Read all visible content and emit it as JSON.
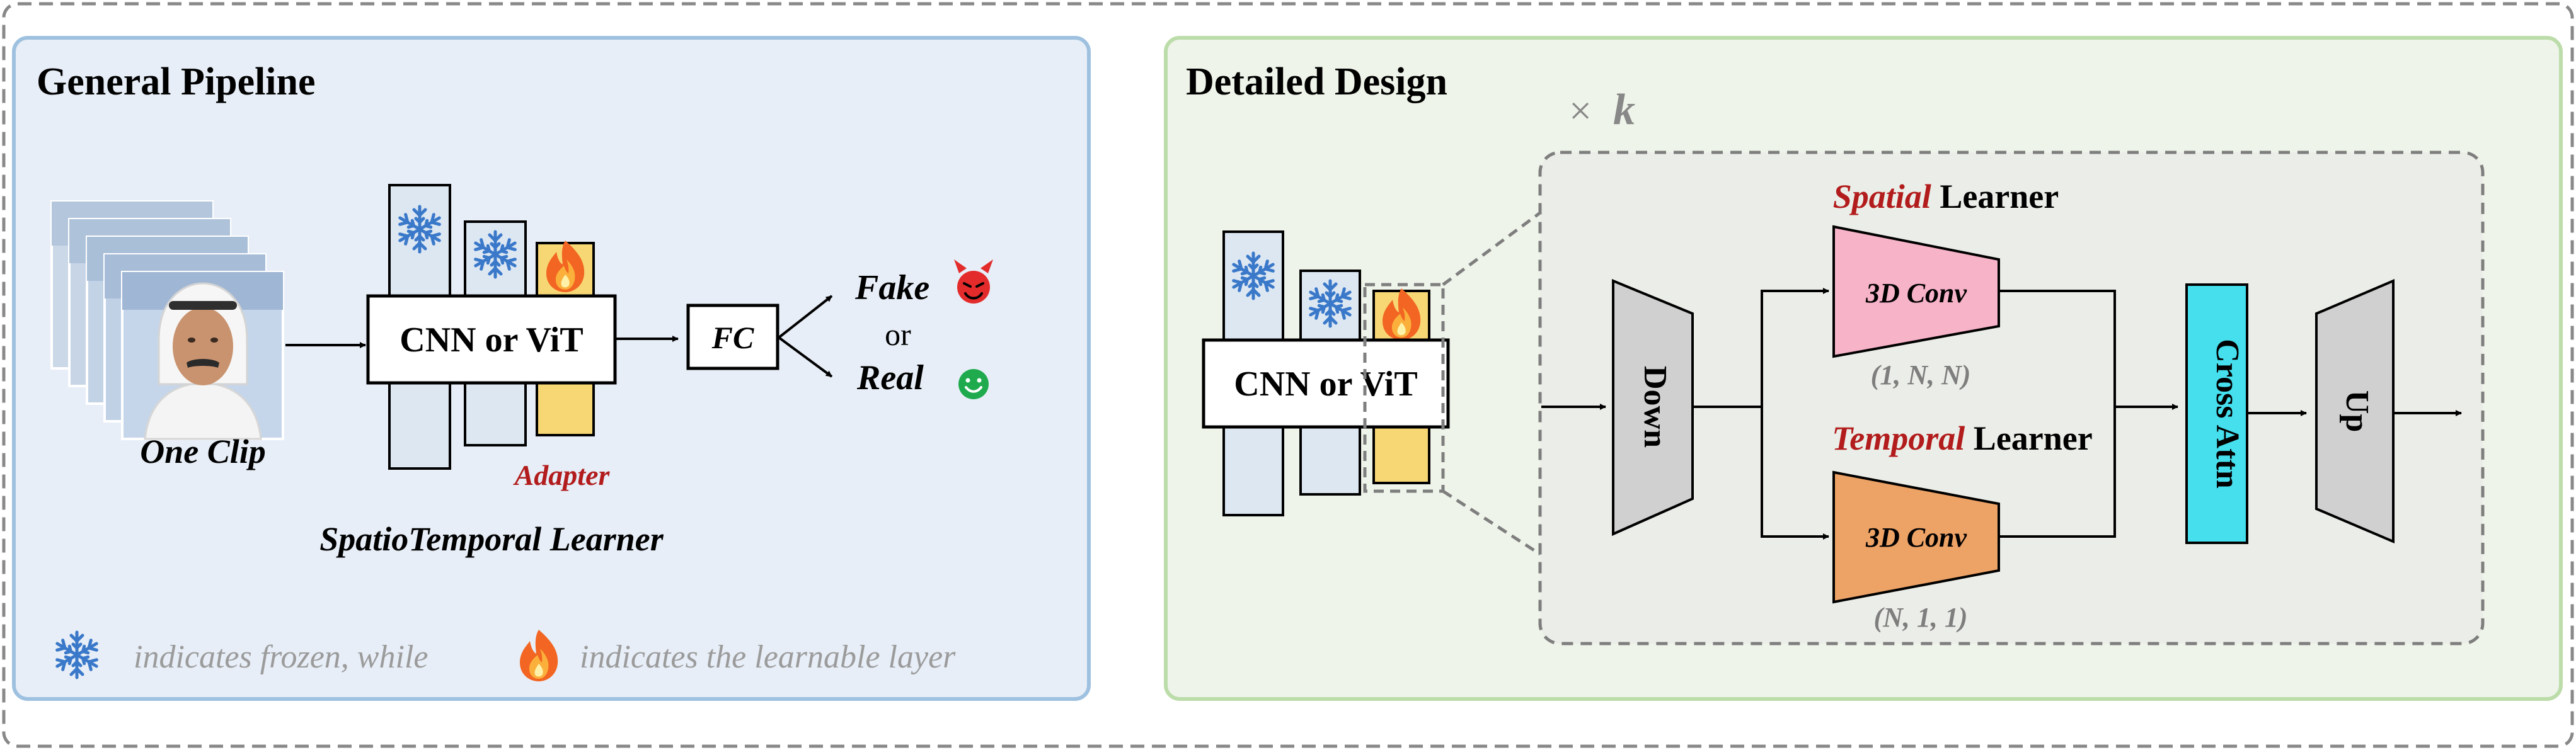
{
  "left_panel": {
    "title": "General Pipeline",
    "clip_label": "One Clip",
    "backbone_label": "CNN or ViT",
    "fc_label": "FC",
    "fake_label": "Fake",
    "or_label": "or",
    "real_label": "Real",
    "adapter_label": "Adapter",
    "learner_label": "SpatioTemporal Learner",
    "legend": {
      "frozen_text": "indicates frozen, while",
      "learnable_text": "indicates the learnable layer"
    }
  },
  "right_panel": {
    "title": "Detailed Design",
    "repeat_times": "×",
    "repeat_k": "k",
    "backbone_label": "CNN or ViT",
    "down_label": "Down",
    "spatial_label_accent": "Spatial",
    "spatial_label_rest": " Learner",
    "temporal_label_accent": "Temporal",
    "temporal_label_rest": " Learner",
    "conv_spatial_label": "3D Conv",
    "conv_temporal_label": "3D Conv",
    "spatial_kernel": "(1, N, N)",
    "temporal_kernel": "(N, 1, 1)",
    "cross_attn_label": "Cross Attn",
    "up_label": "Up"
  },
  "colors": {
    "left_panel_fill": "#e7eef7",
    "left_panel_border": "#9fc1e0",
    "right_panel_fill": "#eef4e9",
    "right_panel_border": "#bcdcaa",
    "frozen_block": "#dce7f2",
    "adapter_block": "#f7d774",
    "spatial_conv": "#f7b3c8",
    "temporal_conv": "#eda266",
    "cross_attn": "#46dfee",
    "down_up": "#d0d0d0",
    "accent_red": "#b21c1c",
    "legend_gray": "#9b9b9b",
    "kernel_gray": "#7e7e7e",
    "snowflake": "#3a78c9",
    "devil": "#e32b2b",
    "smile": "#1faa4e"
  },
  "icons": [
    "snowflake-icon",
    "fire-icon",
    "devil-emoji-icon",
    "smile-emoji-icon",
    "face-photo-icon"
  ]
}
